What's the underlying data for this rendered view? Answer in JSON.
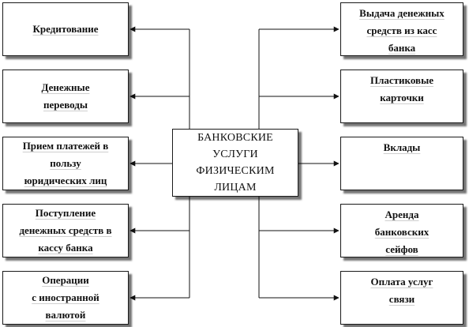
{
  "center": {
    "label": "БАНКОВСКИЕ\nУСЛУГИ\nФИЗИЧЕСКИМ\nЛИЦАМ"
  },
  "left_boxes": [
    {
      "label": "Кредитование"
    },
    {
      "label": "Денежные\nпереводы"
    },
    {
      "label": "Прием платежей в\nпользу\nюридических лиц"
    },
    {
      "label": "Поступление\nденежных средств в\nкассу банка"
    },
    {
      "label": "Операции\nс иностранной\nвалютой"
    }
  ],
  "right_boxes": [
    {
      "label": "Выдача денежных\nсредств из касс\nбанка"
    },
    {
      "label": "Пластиковые\nкарточки"
    },
    {
      "label": "Вклады"
    },
    {
      "label": "Аренда\nбанковских\nсейфов"
    },
    {
      "label": "Оплата услуг\nсвязи"
    }
  ]
}
